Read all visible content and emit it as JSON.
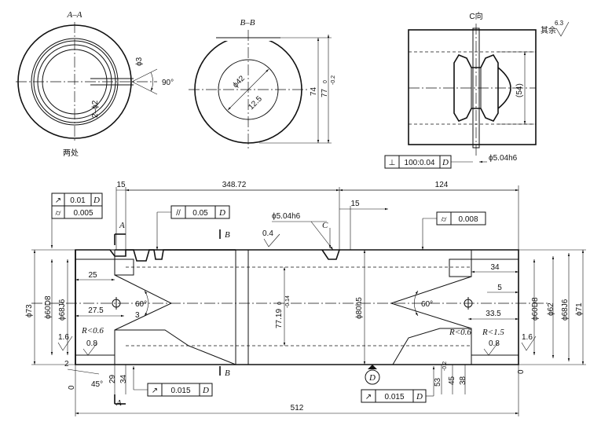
{
  "views": {
    "aa": {
      "title": "A–A",
      "note": "两处",
      "d_hole": "ϕ3",
      "angle": "90°",
      "spec": "2–ϕ2"
    },
    "bb": {
      "title": "B–B",
      "d_bore": "ϕ42",
      "dim_r": "12.5",
      "dim_74": "74",
      "dim_77": "77",
      "tol_77_up": "0",
      "tol_77_lo": "-0.2"
    },
    "cc": {
      "title": "C向",
      "finish_label": "其余",
      "finish_val": "6.3",
      "dim_54": "(54)",
      "perp_sym": "⊥",
      "perp_tol": "100:0.04",
      "perp_ref": "D",
      "pin_fit": "ϕ5.04h6"
    }
  },
  "main": {
    "top_dims": {
      "d15a": "15",
      "d348": "348.72",
      "d124": "124",
      "d15b": "15"
    },
    "fcf_left": {
      "row1_tol": "0.01",
      "row1_ref": "D",
      "row2_tol": "0.005"
    },
    "fcf_parallel": {
      "tol": "0.05",
      "ref": "D"
    },
    "fcf_right": {
      "tol": "0.008"
    },
    "labels": {
      "a_top": "A",
      "a_bottom": "A",
      "b_top": "B",
      "b_bottom": "B",
      "c": "C",
      "datum_d": "D"
    },
    "pin_fit": "ϕ5.04h6",
    "finish_04": "0.4",
    "left": {
      "d73": "ϕ73",
      "d60D8": "ϕ60D8",
      "d68J6": "ϕ68J6",
      "d25": "25",
      "d27_5": "27.5",
      "angle60": "60°",
      "d3": "3",
      "r06": "R<0.6",
      "f08": "0.8",
      "f16": "1.6",
      "d2": "2",
      "d45": "45°",
      "d29": "29",
      "d34": "34",
      "zero": "0"
    },
    "center": {
      "d77_19": "77.19",
      "tol_up": "0",
      "tol_lo": "-0.14",
      "d80h5": "ϕ80h5"
    },
    "right": {
      "d34": "34",
      "d5": "5",
      "d33_5": "33.5",
      "angle60": "60°",
      "d60D8": "ϕ60D8",
      "d62": "ϕ62",
      "d68J6": "ϕ68J6",
      "d71": "ϕ71",
      "r06": "R<0.6",
      "r15": "R<1.5",
      "f08": "0.8",
      "f16": "1.6",
      "d53": "53",
      "tol53": "-0.2",
      "d45": "45",
      "d38": "38",
      "zero": "0"
    },
    "fcf_bottom_left": {
      "tol": "0.015",
      "ref": "D"
    },
    "fcf_bottom_right": {
      "tol": "0.015",
      "ref": "D"
    },
    "overall": "512"
  }
}
